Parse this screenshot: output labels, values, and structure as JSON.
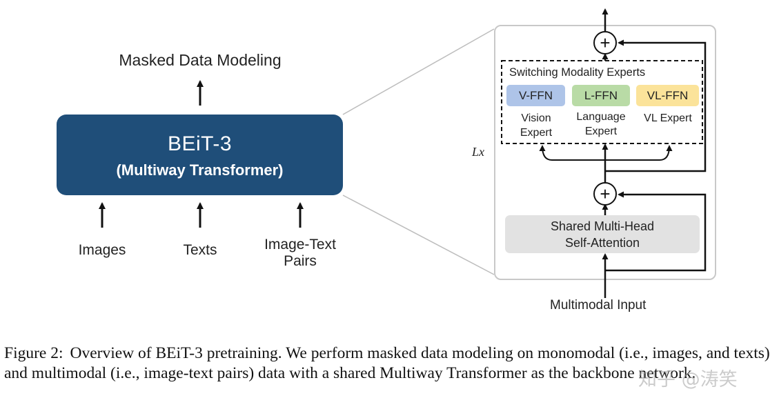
{
  "diagram": {
    "top_label": "Masked Data Modeling",
    "block_title": "BEiT-3",
    "block_subtitle": "(Multiway Transformer)",
    "inputs": [
      {
        "label": "Images"
      },
      {
        "label": "Texts"
      },
      {
        "label": "Image-Text Pairs"
      }
    ],
    "detail": {
      "switch_title": "Switching Modality Experts",
      "experts": [
        {
          "name": "V-FFN",
          "caption": "Vision Expert",
          "color": "#aec4e8"
        },
        {
          "name": "L-FFN",
          "caption": "Language Expert",
          "color": "#b9dba6"
        },
        {
          "name": "VL-FFN",
          "caption": "VL Expert",
          "color": "#fbe39a"
        }
      ],
      "attention_line1": "Shared Multi-Head",
      "attention_line2": "Self-Attention",
      "repeat_label": "Lx",
      "input_label": "Multimodal Input",
      "add_symbol": "+"
    },
    "block_color": "#1f4e79"
  },
  "caption": {
    "label": "Figure 2:",
    "text": "Overview of BEiT-3 pretraining. We perform masked data modeling on monomodal (i.e., images, and texts) and multimodal (i.e., image-text pairs) data with a shared Multiway Transformer as the backbone network."
  },
  "watermark": "知乎 @涛笑"
}
